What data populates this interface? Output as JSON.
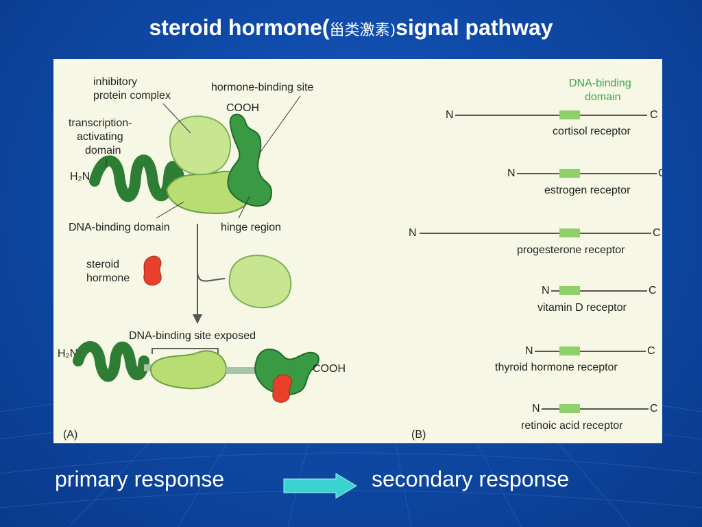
{
  "slide": {
    "title_prefix": "steroid hormone(",
    "title_cn": "甾类激素)",
    "title_suffix": "signal pathway"
  },
  "panel_a": {
    "label": "(A)",
    "inhibitory": [
      "inhibitory",
      "protein complex"
    ],
    "hormone_binding_site": "hormone-binding site",
    "cooh": "COOH",
    "transcription": [
      "transcription-",
      "activating",
      "domain"
    ],
    "h2n": "H₂N",
    "dna_binding_domain": "DNA-binding domain",
    "hinge_region": "hinge region",
    "steroid_hormone": [
      "steroid",
      "hormone"
    ],
    "dna_binding_site_exposed": "DNA-binding site exposed",
    "h2n_bottom": "H₂N",
    "cooh_bottom": "COOH"
  },
  "panel_b": {
    "label": "(B)",
    "dna_binding_domain": [
      "DNA-binding",
      "domain"
    ],
    "n": "N",
    "c": "C",
    "receptors": [
      "cortisol receptor",
      "estrogen receptor",
      "progesterone receptor",
      "vitamin D receptor",
      "thyroid hormone receptor",
      "retinoic acid receptor"
    ]
  },
  "footer": {
    "primary": "primary response",
    "secondary": "secondary response"
  },
  "colors": {
    "background": "#0f4aa8",
    "figure_bg": "#f6f7e4",
    "dark_green": "#2e8a3a",
    "light_green": "#bfe27a",
    "domain_green": "#8fd06a",
    "hormone_red": "#e8402a",
    "arrow": "#3ad3d0"
  }
}
